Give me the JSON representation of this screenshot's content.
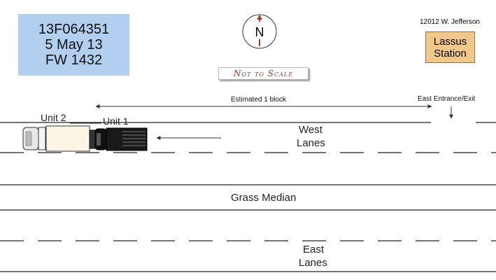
{
  "case": {
    "number": "13F064351",
    "date": "5 May 13",
    "ref": "FW 1432"
  },
  "compass": {
    "letter": "N",
    "needle_color": "#b23a1e"
  },
  "scale_note": "Not to Scale",
  "address": "12012 W. Jefferson",
  "station": {
    "line1": "Lassus",
    "line2": "Station",
    "fill": "#f2c88a"
  },
  "distance_label": "Estimated 1 block",
  "entrance_label": "East Entrance/Exit",
  "units": {
    "unit2": "Unit 2",
    "unit1": "Unit 1"
  },
  "lanes": {
    "west_line1": "West",
    "west_line2": "Lanes",
    "median": "Grass Median",
    "east_line1": "East",
    "east_line2": "Lanes"
  },
  "colors": {
    "case_box": "#b3cff0",
    "road_line": "#222222",
    "truck_cab": "#111111"
  }
}
